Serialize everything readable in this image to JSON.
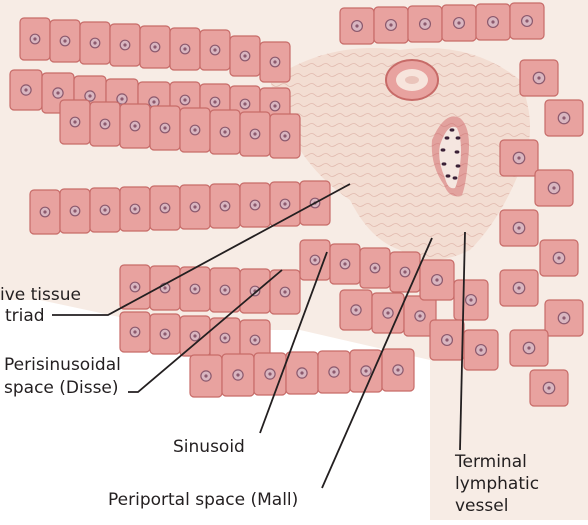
{
  "labels": {
    "connective_tissue_l1": "ive tissue",
    "connective_tissue_l2": "triad",
    "disse_l1": "Perisinusoidal",
    "disse_l2": "space (Disse)",
    "sinusoid": "Sinusoid",
    "mall": "Periportal space (Mall)",
    "lymph_l1": "Terminal",
    "lymph_l2": "lymphatic",
    "lymph_l3": "vessel"
  },
  "colors": {
    "hepatocyte_fill": "#e8a29f",
    "hepatocyte_border": "#c76b68",
    "nucleus_ring": "#8c5a6e",
    "nucleus_fill": "#d9b6c0",
    "sinusoid_space": "#f6e9e1",
    "connective_tissue": "#f3ddd2",
    "connective_fibers": "#d9a89c",
    "lymphatic_nuclei": "#3a2036",
    "lymphatic_wall": "#c2333f",
    "leader_line": "#231f20"
  },
  "icons": [
    "hepatocyte-plate",
    "portal-triad",
    "terminal-lymphatic-vessel",
    "arteriole"
  ]
}
